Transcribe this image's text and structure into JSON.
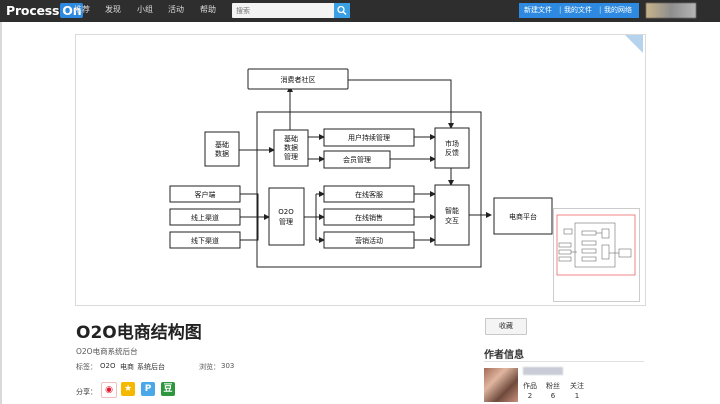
{
  "header": {
    "logo_text": "Process",
    "logo_on": "On",
    "nav": [
      "推荐",
      "发现",
      "小组",
      "活动",
      "帮助"
    ],
    "search_placeholder": "搜索",
    "user_links": [
      "新建文件",
      "我的文件",
      "我的网络"
    ],
    "colors": {
      "bar": "#2e2e2e",
      "accent": "#2d8ae0"
    }
  },
  "diagram": {
    "nodes": {
      "consumer": "消费者社区",
      "basic_data": "基础数据",
      "basic_data_mgmt": "基础数据管理",
      "user_mgmt": "用户持续管理",
      "member_mgmt": "会员管理",
      "market": "市场反馈",
      "client": "客户端",
      "online_channel": "线上渠道",
      "offline_channel": "线下渠道",
      "o2o": "O2O管理",
      "online_service": "在线客服",
      "online_sales": "在线销售",
      "marketing": "营销活动",
      "smart": "智能交互",
      "ecommerce": "电商平台"
    }
  },
  "doc": {
    "title": "O2O电商结构图",
    "subtitle": "O2O电商系统后台",
    "tags_label": "标签：",
    "tags": [
      "O2O",
      "电商",
      "系统后台"
    ],
    "views_label": "浏览：",
    "views": "303",
    "share_label": "分享："
  },
  "sidebar": {
    "favorite_label": "收藏",
    "author_heading": "作者信息",
    "stats": [
      {
        "label": "作品",
        "value": "2"
      },
      {
        "label": "粉丝",
        "value": "6"
      },
      {
        "label": "关注",
        "value": "1"
      }
    ]
  },
  "share_icons": [
    "weibo-icon",
    "qzone-icon",
    "pengyou-icon",
    "douban-icon"
  ]
}
